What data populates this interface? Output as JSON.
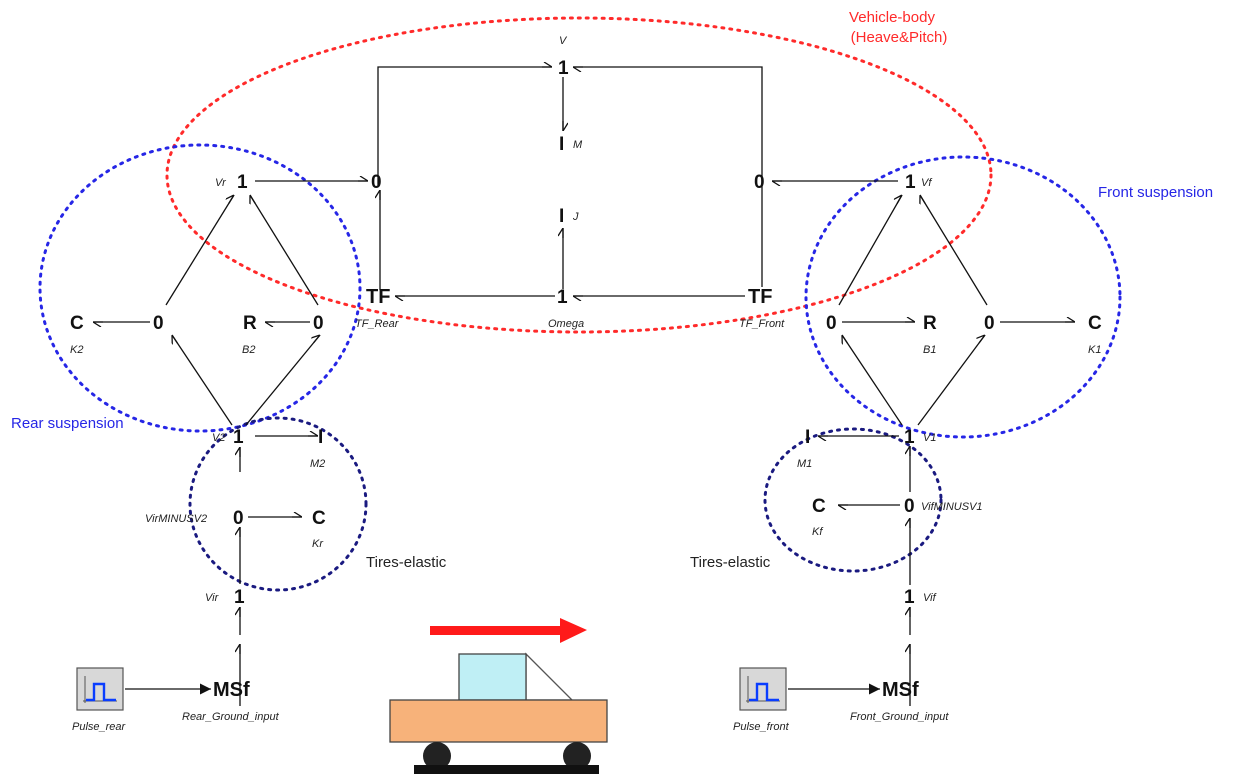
{
  "colors": {
    "vehicle_body": "#ff2a2a",
    "suspension": "#2626e6",
    "tires": "#1a1a80",
    "arrow": "#ff1a1a",
    "truck_body": "#f7b27a",
    "truck_cabin": "#bfeff5",
    "source_signal": "#0a3dff"
  },
  "groups": {
    "vehicle_body_line1": "Vehicle-body",
    "vehicle_body_line2": "(Heave&Pitch)",
    "front_suspension": "Front suspension",
    "rear_suspension": "Rear suspension",
    "tires_rear": "Tires-elastic",
    "tires_front": "Tires-elastic"
  },
  "nodes": {
    "v_one": "1",
    "m_i": "I",
    "j_i": "I",
    "omega_one": "1",
    "vr_one": "1",
    "left_zero": "0",
    "right_zero": "0",
    "tf_rear": "TF",
    "tf_front": "TF",
    "vf_one": "1",
    "c_k2": "C",
    "zero_k2": "0",
    "r_b2": "R",
    "zero_b2": "0",
    "zero_b1": "0",
    "r_b1": "R",
    "zero_k1": "0",
    "c_k1": "C",
    "v2_one": "1",
    "m2_i": "I",
    "zero_kr": "0",
    "c_kr": "C",
    "vir_one": "1",
    "msf_rear": "MSf",
    "v1_one": "1",
    "m1_i": "I",
    "zero_kf": "0",
    "c_kf": "C",
    "vif_one": "1",
    "msf_front": "MSf"
  },
  "labels": {
    "V": "V",
    "M": "M",
    "J": "J",
    "Omega": "Omega",
    "Vr": "Vr",
    "Vf": "Vf",
    "TF_Rear": "TF_Rear",
    "TF_Front": "TF_Front",
    "K2": "K2",
    "B2": "B2",
    "B1": "B1",
    "K1": "K1",
    "V2": "V2",
    "M2": "M2",
    "VirMINUSV2": "VirMINUSV2",
    "Kr": "Kr",
    "Vir": "Vir",
    "V1": "V1",
    "M1": "M1",
    "VifMINUSV1": "VifMINUSV1",
    "Kf": "Kf",
    "Vif": "Vif",
    "Pulse_rear": "Pulse_rear",
    "Rear_Ground_input": "Rear_Ground_input",
    "Pulse_front": "Pulse_front",
    "Front_Ground_input": "Front_Ground_input"
  },
  "icons": {
    "pulse_rear": "pulse-source-icon",
    "pulse_front": "pulse-source-icon",
    "vehicle": "pickup-truck-icon",
    "direction": "right-arrow-icon"
  }
}
